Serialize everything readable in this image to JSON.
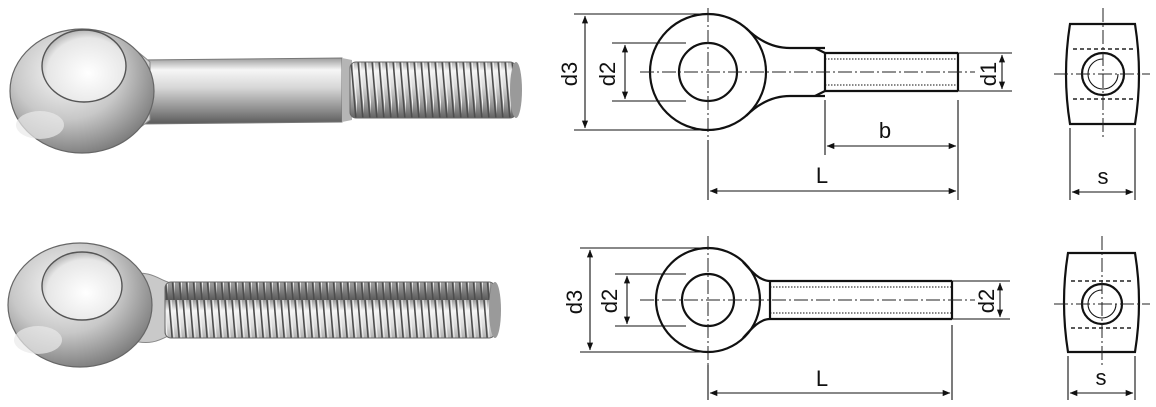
{
  "rows": [
    {
      "variant": "partially-threaded",
      "labels": {
        "d3": "d3",
        "d2": "d2",
        "d1": "d1",
        "b": "b",
        "L": "L",
        "s": "s"
      }
    },
    {
      "variant": "fully-threaded",
      "labels": {
        "d3": "d3",
        "d2": "d2",
        "d2_shank": "d2",
        "L": "L",
        "s": "s"
      }
    }
  ],
  "colors": {
    "metal_light": "#f2f2f2",
    "metal_mid": "#bdbdbd",
    "metal_dark": "#6e6e6e",
    "line": "#111111"
  }
}
